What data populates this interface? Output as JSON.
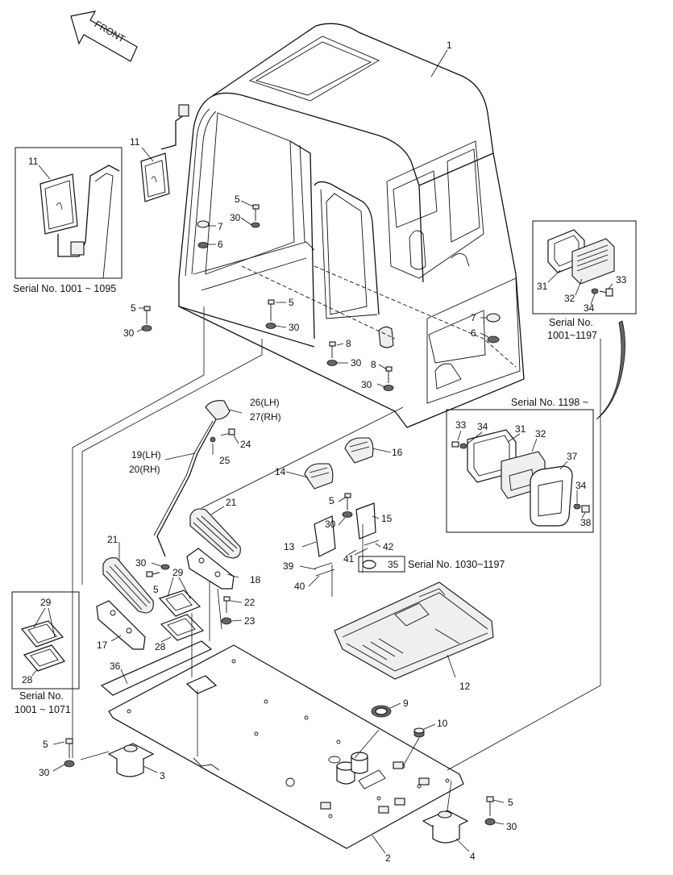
{
  "diagram": {
    "direction_label": "FRONT",
    "captions": {
      "mirror_box": "Serial No. 1001 ~ 1095",
      "vent_box_top": "Serial No.",
      "vent_box_top_range": "1001~1197",
      "vent_box_bottom": "Serial No. 1198 ~",
      "plate_box": "Serial No.",
      "plate_box_range": "1001 ~ 1071",
      "part35_note": "Serial No. 1030~1197"
    },
    "parts": {
      "p1": "1",
      "p2": "2",
      "p3": "3",
      "p4": "4",
      "p5": "5",
      "p6": "6",
      "p7": "7",
      "p8": "8",
      "p9": "9",
      "p10": "10",
      "p11": "11",
      "p12": "12",
      "p13": "13",
      "p14": "14",
      "p15": "15",
      "p16": "16",
      "p17": "17",
      "p18": "18",
      "p19": "19(LH)",
      "p20": "20(RH)",
      "p21": "21",
      "p22": "22",
      "p23": "23",
      "p24": "24",
      "p25": "25",
      "p26": "26(LH)",
      "p27": "27(RH)",
      "p28": "28",
      "p29": "29",
      "p30": "30",
      "p31": "31",
      "p32": "32",
      "p33": "33",
      "p34": "34",
      "p35": "35",
      "p36": "36",
      "p37": "37",
      "p38": "38",
      "p39": "39",
      "p40": "40",
      "p41": "41",
      "p42": "42"
    }
  }
}
